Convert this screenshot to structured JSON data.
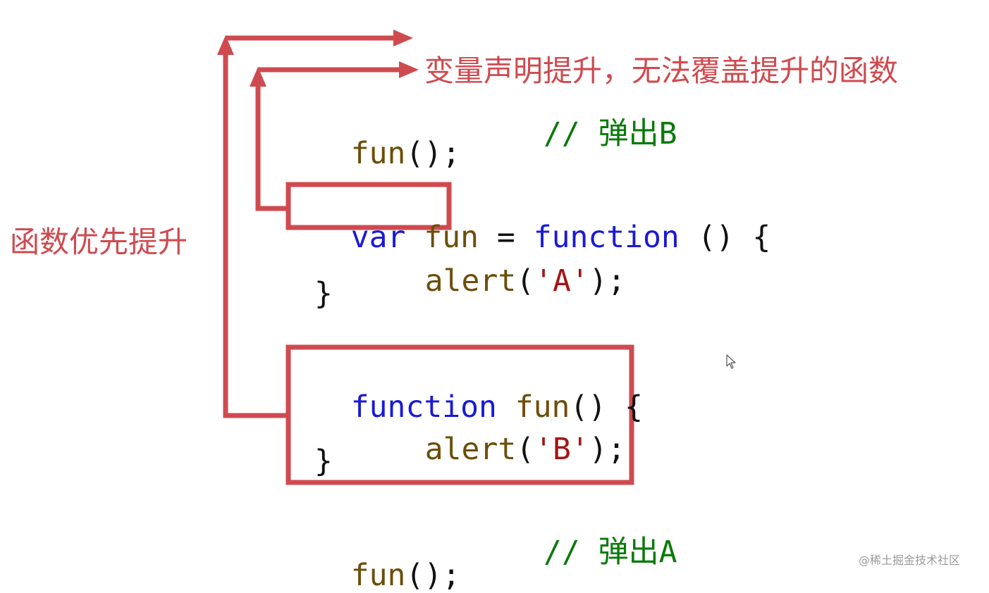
{
  "annotations": {
    "variable_hoisting": "变量声明提升，无法覆盖提升的函数",
    "function_priority": "函数优先提升"
  },
  "code": {
    "line1": {
      "call": "fun",
      "parens": "();",
      "comment": "// 弹出B"
    },
    "line2": {
      "kw_var": "var",
      "name": "fun",
      "op": "=",
      "kw_function": "function",
      "rest": "() {"
    },
    "line3": {
      "call": "alert",
      "open": "(",
      "arg": "'A'",
      "close": ");"
    },
    "line4": {
      "brace": "}"
    },
    "line5": {
      "kw_function": "function",
      "name": "fun",
      "rest": "() {"
    },
    "line6": {
      "call": "alert",
      "open": "(",
      "arg": "'B'",
      "close": ");"
    },
    "line7": {
      "brace": "}"
    },
    "line8": {
      "call": "fun",
      "parens": "();",
      "comment": "// 弹出A"
    }
  },
  "watermark": "@稀土掘金技术社区",
  "colors": {
    "annotation_red": "#cf4a4f",
    "keyword_blue": "#1a1ad6",
    "function_brown": "#6b4e0a",
    "string_red": "#a31515",
    "comment_green": "#0a7a0a"
  },
  "icons": {
    "cursor": "mouse-pointer-icon"
  }
}
